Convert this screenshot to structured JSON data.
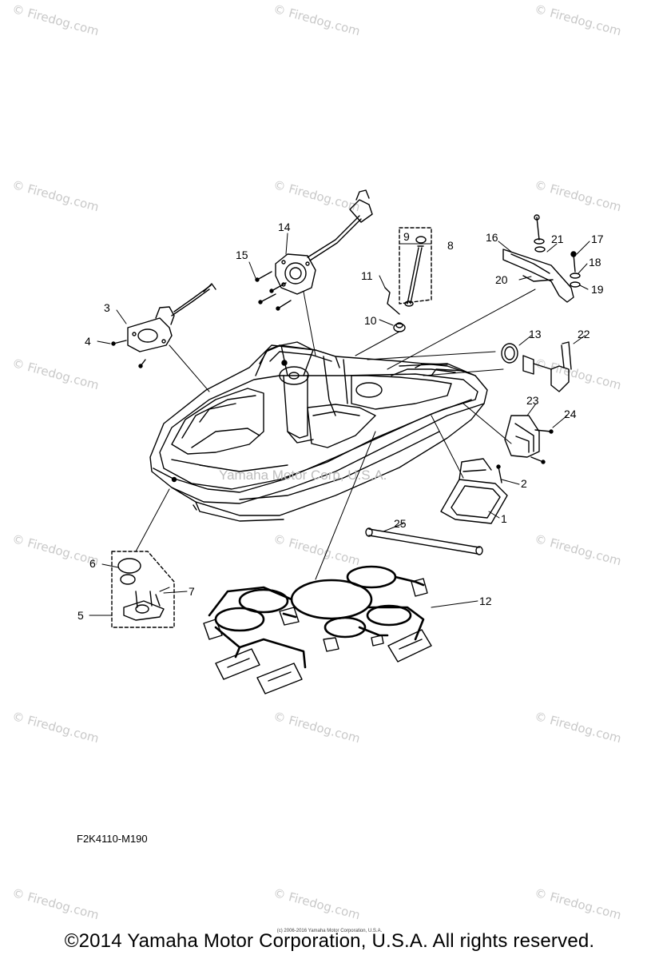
{
  "watermark_text": "© Firedog.com",
  "center_watermark": "Yamaha Motor Corp, U.S.A.",
  "diagram_code": "F2K4110-M190",
  "small_note": "(c) 2006-2016 Yamaha Motor Corporation, U.S.A.",
  "copyright": "©2014 Yamaha Motor Corporation, U.S.A. All rights reserved.",
  "part_numbers": [
    "1",
    "2",
    "3",
    "4",
    "5",
    "6",
    "7",
    "8",
    "9",
    "10",
    "11",
    "12",
    "13",
    "14",
    "15",
    "16",
    "17",
    "18",
    "19",
    "20",
    "21",
    "22",
    "23",
    "24",
    "25"
  ]
}
